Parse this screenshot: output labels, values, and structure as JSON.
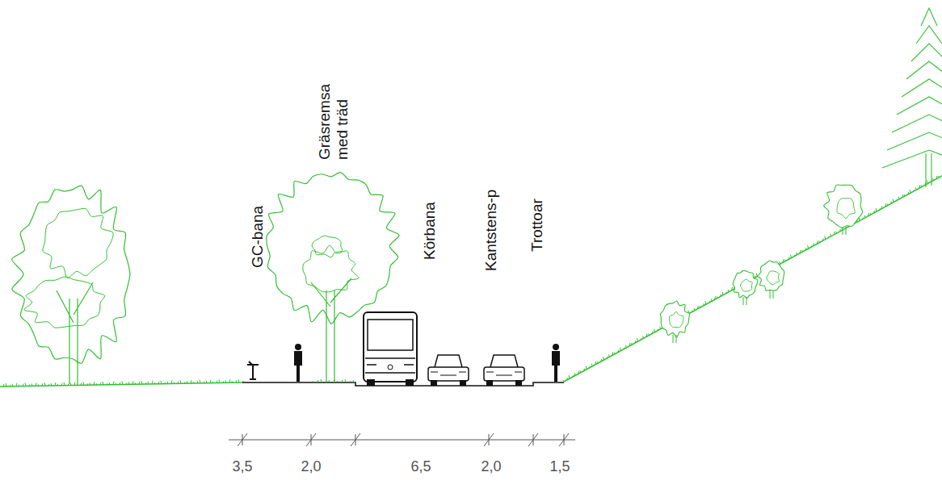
{
  "diagram": {
    "labels": [
      "GC-bana",
      "Gräsremsa med träd",
      "Körbana",
      "Kantstens-p",
      "Trottoar",
      "3,5",
      "2,0",
      "6,5",
      "2,0",
      "1,5"
    ]
  }
}
